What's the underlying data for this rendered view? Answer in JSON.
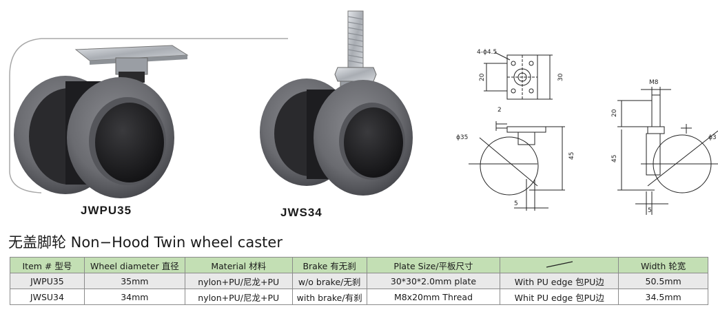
{
  "products": [
    {
      "label": "JWPU35"
    },
    {
      "label": "JWS34"
    }
  ],
  "drawing": {
    "hole_note": "4-ϕ4.5",
    "plate_w": "20",
    "plate_h": "30",
    "gap": "2",
    "wheel_dia_1": "ϕ35",
    "height_1": "45",
    "offset_1": "5",
    "thread": "M8",
    "thread_len": "20",
    "height_2": "45",
    "offset_2": "5",
    "wheel_dia_2": "ϕ3"
  },
  "heading": "无盖脚轮 Non−Hood Twin wheel caster",
  "table": {
    "headers": [
      "Item # 型号",
      "Wheel diameter 直径",
      "Material 材料",
      "Brake 有无刹",
      "Plate Size/平板尺寸",
      "",
      "Width 轮宽"
    ],
    "rows": [
      [
        "JWPU35",
        "35mm",
        "nylon+PU/尼龙+PU",
        "w/o brake/无刹",
        "30*30*2.0mm plate",
        "With PU edge 包PU边",
        "50.5mm"
      ],
      [
        "JWSU34",
        "34mm",
        "nylon+PU/尼龙+PU",
        "with brake/有刹",
        "M8x20mm Thread",
        "Whit PU edge 包PU边",
        "34.5mm"
      ]
    ]
  },
  "colors": {
    "header_bg": "#c3dfb4",
    "row_alt_bg": "#e9e9e9",
    "wheel_gray": "#6e6f73",
    "hub_black": "#1c1c1e"
  }
}
